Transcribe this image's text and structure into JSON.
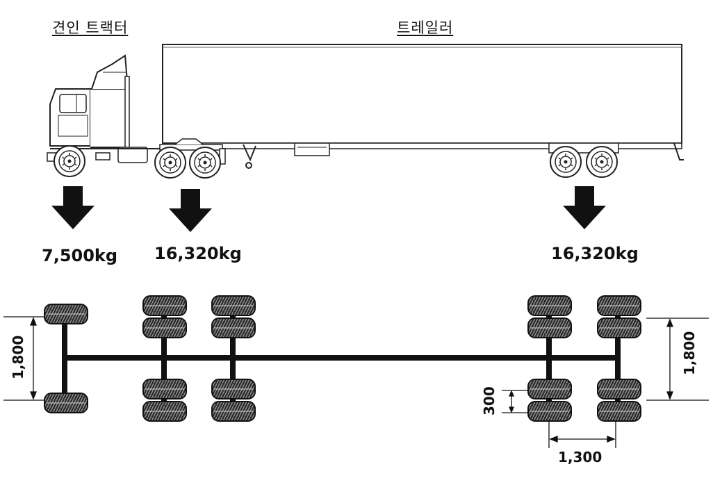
{
  "labels": {
    "tractor": "견인 트랙터",
    "trailer": "트레일러"
  },
  "loads": {
    "front_axle": "7,500kg",
    "drive_axles": "16,320kg",
    "trailer_axles": "16,320kg"
  },
  "dimensions": {
    "front_track": "1,800",
    "rear_track": "1,800",
    "dual_spacing": "300",
    "axle_spread": "1,300"
  }
}
